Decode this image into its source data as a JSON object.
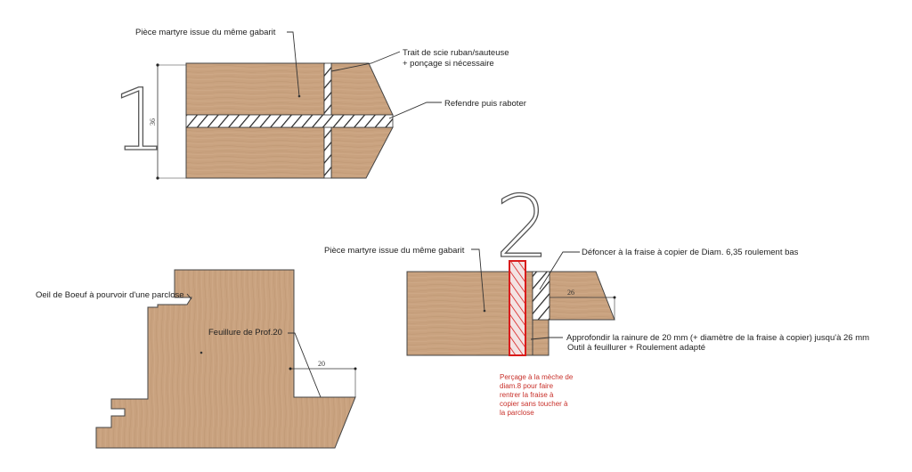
{
  "colors": {
    "wood": "#c9a27f",
    "wood_light": "#d8b896",
    "red_text": "#c8302a",
    "red_box": "#d91c1c"
  },
  "step1": {
    "number": "1",
    "dimension": "36",
    "labels": {
      "piece": "Pièce martyre issue du même gabarit",
      "saw_line1": "Trait de scie ruban/sauteuse",
      "saw_line2": "+ ponçage si nécessaire",
      "rip": "Refendre puis raboter"
    }
  },
  "step2": {
    "number": "2",
    "dimension": "26",
    "labels": {
      "piece": "Pièce martyre issue du même gabarit",
      "router": "Défoncer à la fraise à copier de Diam. 6,35 roulement bas",
      "deepen_line1": "Approfondir la rainure de 20 mm (+ diamètre de la fraise à copier) jusqu'à 26 mm",
      "deepen_line2": "Outil à feuillurer + Roulement adapté"
    },
    "drill_note": [
      "Perçage à la mèche de",
      "diam.8 pour faire",
      "rentrer la fraise à",
      "copier sans toucher à",
      "la parclose"
    ]
  },
  "profile": {
    "dimension": "20",
    "labels": {
      "oeil": "Oeil de Boeuf à pourvoir d'une parclose",
      "rebate": "Feuillure de Prof.20"
    }
  }
}
